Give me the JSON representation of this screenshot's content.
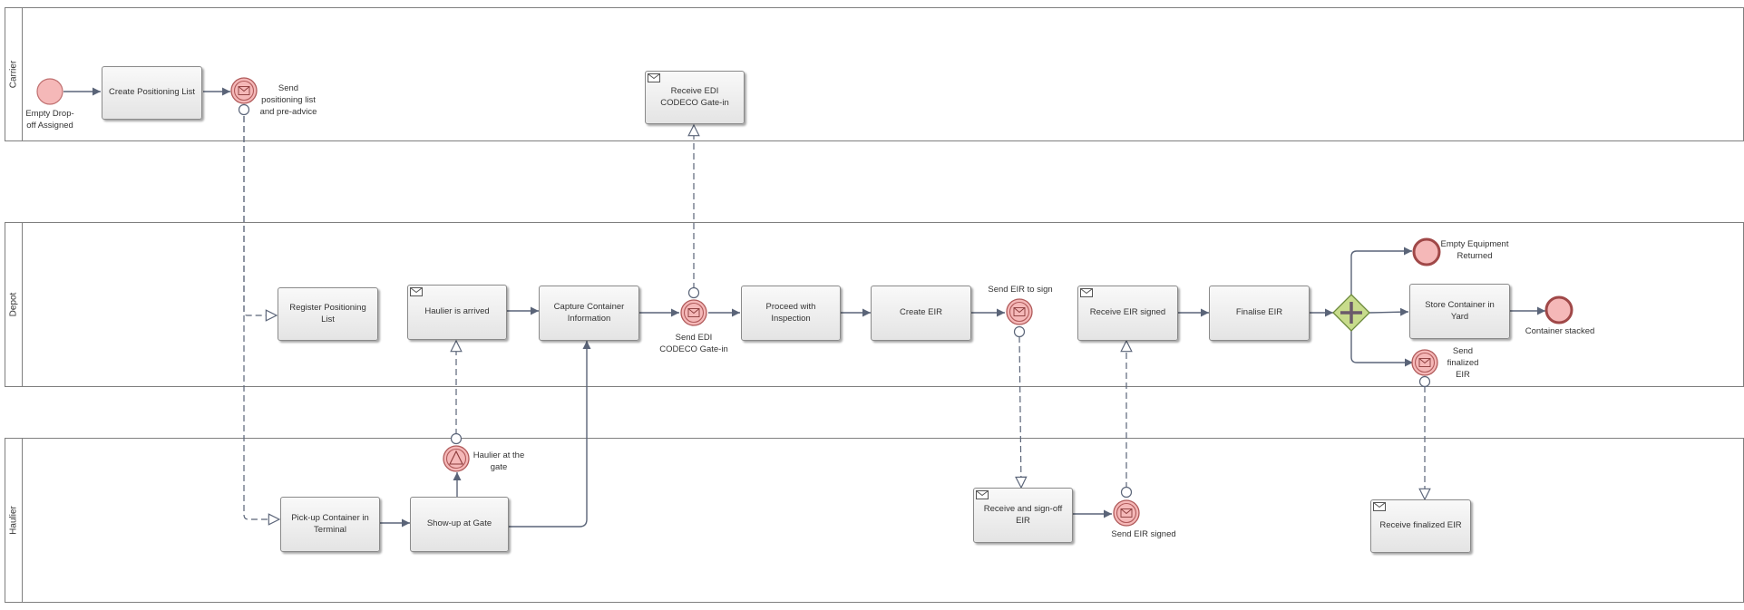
{
  "pools": {
    "carrier": "Carrier",
    "depot": "Depot",
    "haulier": "Haulier"
  },
  "tasks": {
    "create_positioning_list": "Create Positioning List",
    "receive_edi_codeco": "Receive EDI CODECO Gate-in",
    "register_positioning_list": "Register Positioning List",
    "haulier_is_arrived": "Haulier is arrived",
    "capture_container_info": "Capture Container Information",
    "proceed_with_inspection": "Proceed with Inspection",
    "create_eir": "Create EIR",
    "receive_eir_signed": "Receive EIR signed",
    "finalise_eir": "Finalise EIR",
    "store_container_in_yard": "Store Container in Yard",
    "pickup_container": "Pick-up Container in Terminal",
    "show_up_at_gate": "Show-up at Gate",
    "receive_and_signoff_eir": "Receive and sign-off EIR",
    "receive_finalized_eir": "Receive finalized EIR"
  },
  "events": {
    "empty_dropoff_assigned": "Empty Drop-off Assigned",
    "send_positioning_list": "Send positioning list and pre-advice",
    "send_edi_codeco": "Send EDI CODECO Gate-in",
    "send_eir_to_sign": "Send EIR to sign",
    "empty_equipment_returned": "Empty Equipment Returned",
    "container_stacked": "Container stacked",
    "send_finalized_eir": "Send finalized EIR",
    "haulier_at_gate": "Haulier at the gate",
    "send_eir_signed": "Send EIR signed"
  },
  "colors": {
    "pool_border": "#7f7f7f",
    "flow": "#5a6478",
    "event_fill": "#f5b8b8",
    "event_stroke": "#b05a5a",
    "gateway_fill": "#c8dc8c",
    "gateway_stroke": "#6c8a3c"
  }
}
